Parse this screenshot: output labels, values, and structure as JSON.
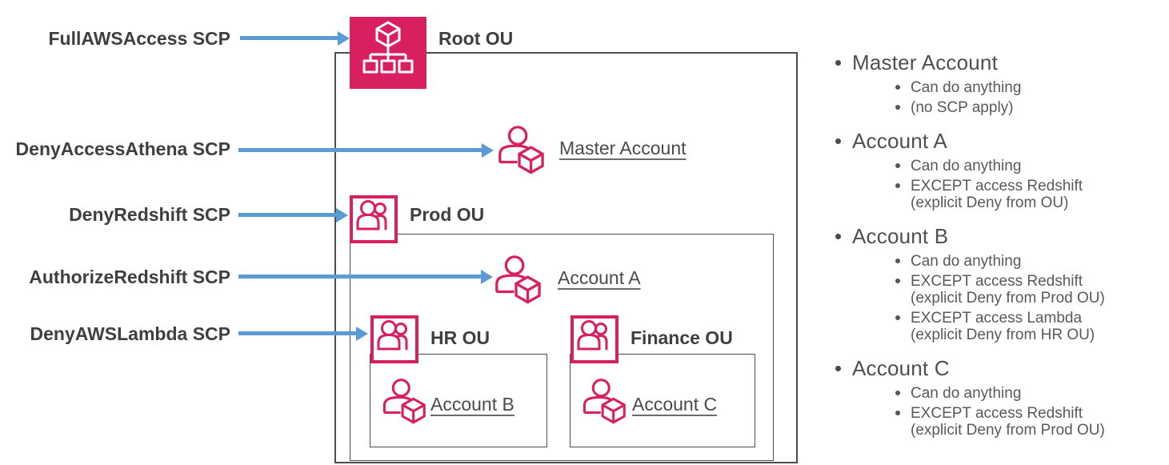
{
  "slide": {
    "scps": [
      {
        "label": "FullAWSAccess SCP",
        "target": "Root OU"
      },
      {
        "label": "DenyAccessAthena SCP",
        "target": "Master Account"
      },
      {
        "label": "DenyRedshift SCP",
        "target": "Prod OU"
      },
      {
        "label": "AuthorizeRedshift SCP",
        "target": "Account A"
      },
      {
        "label": "DenyAWSLambda SCP",
        "target": "HR OU"
      }
    ],
    "org": {
      "root_ou": {
        "label": "Root OU"
      },
      "master_account": {
        "label": "Master Account"
      },
      "prod_ou": {
        "label": "Prod OU"
      },
      "account_a": {
        "label": "Account A"
      },
      "hr_ou": {
        "label": "HR OU"
      },
      "account_b": {
        "label": "Account B"
      },
      "finance_ou": {
        "label": "Finance OU"
      },
      "account_c": {
        "label": "Account C"
      }
    },
    "notes": [
      {
        "title": "Master Account",
        "items": [
          {
            "text": "Can do anything"
          },
          {
            "text": "(no SCP apply)"
          }
        ]
      },
      {
        "title": "Account A",
        "items": [
          {
            "text": "Can do anything"
          },
          {
            "text": "EXCEPT access Redshift",
            "note": "(explicit Deny from OU)"
          }
        ]
      },
      {
        "title": "Account B",
        "items": [
          {
            "text": "Can do anything"
          },
          {
            "text": "EXCEPT access Redshift",
            "note": "(explicit Deny from Prod OU)"
          },
          {
            "text": "EXCEPT access Lambda",
            "note": "(explicit Deny from HR OU)"
          }
        ]
      },
      {
        "title": "Account C",
        "items": [
          {
            "text": "Can do anything"
          },
          {
            "text": "EXCEPT access Redshift",
            "note": "(explicit Deny from Prod OU)"
          }
        ]
      }
    ],
    "colors": {
      "accent_pink": "#D81F5F",
      "arrow_blue": "#5B9BD5",
      "label_dark": "#3F3F3F",
      "border_gray": "#4D4D4D",
      "note_gray": "#595959"
    }
  }
}
